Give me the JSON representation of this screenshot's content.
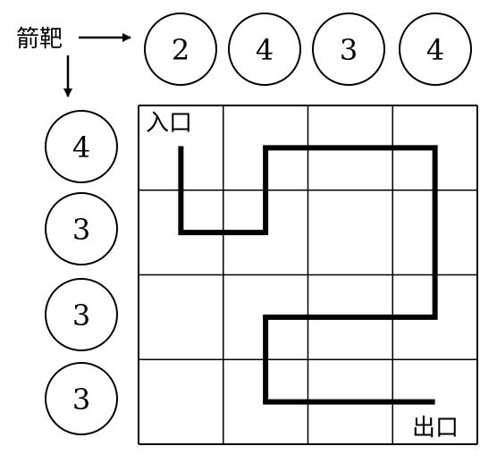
{
  "legend": {
    "label": "箭靶"
  },
  "top_targets": [
    "2",
    "4",
    "3",
    "4"
  ],
  "left_targets": [
    "4",
    "3",
    "3",
    "3"
  ],
  "grid": {
    "rows": 4,
    "cols": 4
  },
  "entrance_label": "入口",
  "exit_label": "出口",
  "path_cells": [
    [
      0,
      0
    ],
    [
      1,
      0
    ],
    [
      1,
      1
    ],
    [
      0,
      1
    ],
    [
      0,
      2
    ],
    [
      0,
      3
    ],
    [
      1,
      3
    ],
    [
      2,
      3
    ],
    [
      2,
      2
    ],
    [
      2,
      1
    ],
    [
      3,
      1
    ],
    [
      3,
      2
    ],
    [
      3,
      3
    ]
  ],
  "colors": {
    "line": "#000000",
    "grid": "#000000",
    "background": "#ffffff"
  }
}
